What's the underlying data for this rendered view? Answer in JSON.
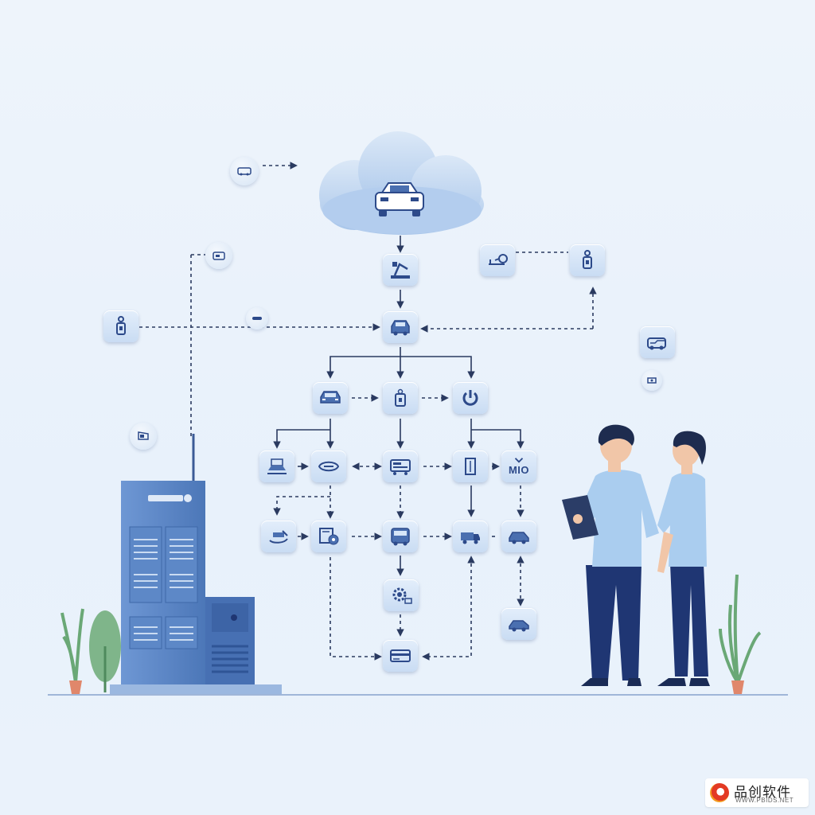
{
  "diagram": {
    "cloud_node_icon": "car-icon",
    "node_label_mio": "MIO",
    "colors": {
      "background": "#eaf2fb",
      "node_fill": "#d6e5f7",
      "icon_stroke": "#2d4a8a",
      "connector": "#2a3a60",
      "server": "#5b86c8",
      "person_shirt": "#aacdef",
      "person_pants": "#1f3673"
    }
  },
  "watermark": {
    "text": "品创软件",
    "url": "WWW.PBIDS.NET"
  }
}
